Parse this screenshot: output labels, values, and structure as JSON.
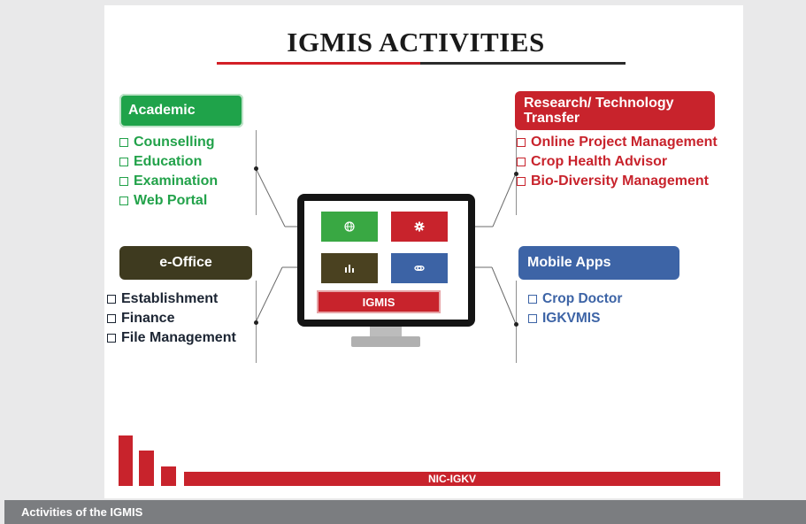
{
  "title": "IGMIS ACTIVITIES",
  "categories": {
    "academic": {
      "label": "Academic",
      "color": "#1fa34a",
      "items": [
        "Counselling",
        "Education",
        "Examination",
        "Web Portal"
      ]
    },
    "research": {
      "label_line1": "Research/ Technology",
      "label_line2": "Transfer",
      "color": "#c8232c",
      "items": [
        "Online Project Management",
        "Crop Health Advisor",
        "Bio-Diversity Management"
      ]
    },
    "eoffice": {
      "label": "e-Office",
      "color": "#3e3a1f",
      "items": [
        "Establishment",
        "Finance",
        "File Management"
      ]
    },
    "mobile": {
      "label": "Mobile Apps",
      "color": "#3d64a6",
      "items": [
        "Crop Doctor",
        "IGKVMIS"
      ]
    }
  },
  "monitor": {
    "center_label": "IGMIS",
    "tile_icons": [
      "globe-icon",
      "gear-icon",
      "bar-chart-icon",
      "link-icon"
    ]
  },
  "footer": {
    "label": "NIC-IGKV"
  },
  "caption": "Activities of the IGMIS"
}
